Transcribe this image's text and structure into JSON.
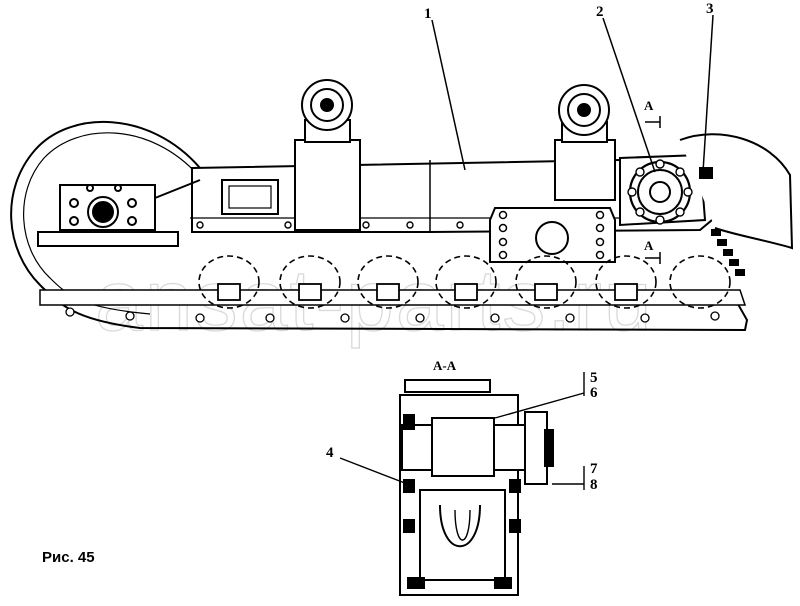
{
  "figure": {
    "caption": "Рис. 45",
    "watermark": "ansat-parts.ru"
  },
  "callouts": {
    "c1": "1",
    "c2": "2",
    "c3": "3",
    "c4": "4",
    "c5": "5",
    "c6": "6",
    "c7": "7",
    "c8": "8"
  },
  "section": {
    "title": "А-А",
    "marker_top": "А",
    "marker_bottom": "А"
  }
}
